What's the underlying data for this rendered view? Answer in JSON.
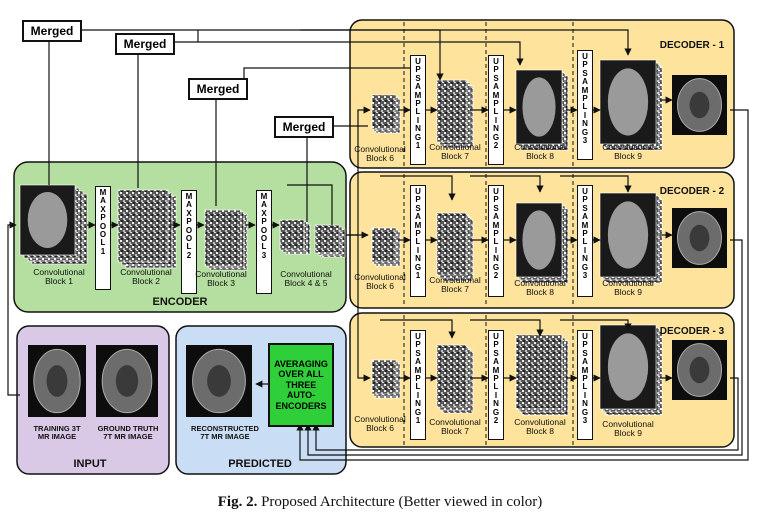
{
  "caption": {
    "fig": "Fig. 2.",
    "text": "Proposed Architecture (Better viewed in color)"
  },
  "merged_label": "Merged",
  "encoder": {
    "title": "ENCODER",
    "blocks": [
      "Convolutional\nBlock 1",
      "Convolutional\nBlock 2",
      "Convolutional\nBlock 3",
      "Convolutional\nBlock 4 & 5"
    ],
    "maxpools": [
      [
        "M",
        "A",
        "X",
        "P",
        "O",
        "O",
        "L",
        "1"
      ],
      [
        "M",
        "A",
        "X",
        "P",
        "O",
        "O",
        "L",
        "2"
      ],
      [
        "M",
        "A",
        "X",
        "P",
        "O",
        "O",
        "L",
        "3"
      ]
    ]
  },
  "decoders": [
    {
      "title": "DECODER - 1",
      "blocks": [
        "Convolutional\nBlock 6",
        "Convolutional\nBlock 7",
        "Convolutional\nBlock 8",
        "Convolutional\nBlock 9"
      ]
    },
    {
      "title": "DECODER - 2",
      "blocks": [
        "Convolutional\nBlock 6",
        "Convolutional\nBlock 7",
        "Convolutional\nBlock 8",
        "Convolutional\nBlock 9"
      ]
    },
    {
      "title": "DECODER - 3",
      "blocks": [
        "Convolutional\nBlock 6",
        "Convolutional\nBlock 7",
        "Convolutional\nBlock 8",
        "Convolutional\nBlock 9"
      ]
    }
  ],
  "upsampling": [
    [
      "U",
      "P",
      "S",
      "A",
      "M",
      "P",
      "L",
      "I",
      "N",
      "G",
      "1"
    ],
    [
      "U",
      "P",
      "S",
      "A",
      "M",
      "P",
      "L",
      "I",
      "N",
      "G",
      "2"
    ],
    [
      "U",
      "P",
      "S",
      "A",
      "M",
      "P",
      "L",
      "I",
      "N",
      "G",
      "3"
    ]
  ],
  "input": {
    "title": "INPUT",
    "training": "TRAINING 3T\nMR IMAGE",
    "ground_truth": "GROUND TRUTH\n7T MR IMAGE"
  },
  "predicted": {
    "title": "PREDICTED",
    "reconstructed": "RECONSTRUCTED\n7T MR IMAGE"
  },
  "averaging": "AVERAGING\nOVER ALL\nTHREE\nAUTO-\nENCODERS",
  "colors": {
    "encoder": "#b5dfa0",
    "decoder": "#fde39c",
    "input": "#d9c9e6",
    "predicted": "#c9ddf4",
    "averaging": "#2fcf3a"
  }
}
